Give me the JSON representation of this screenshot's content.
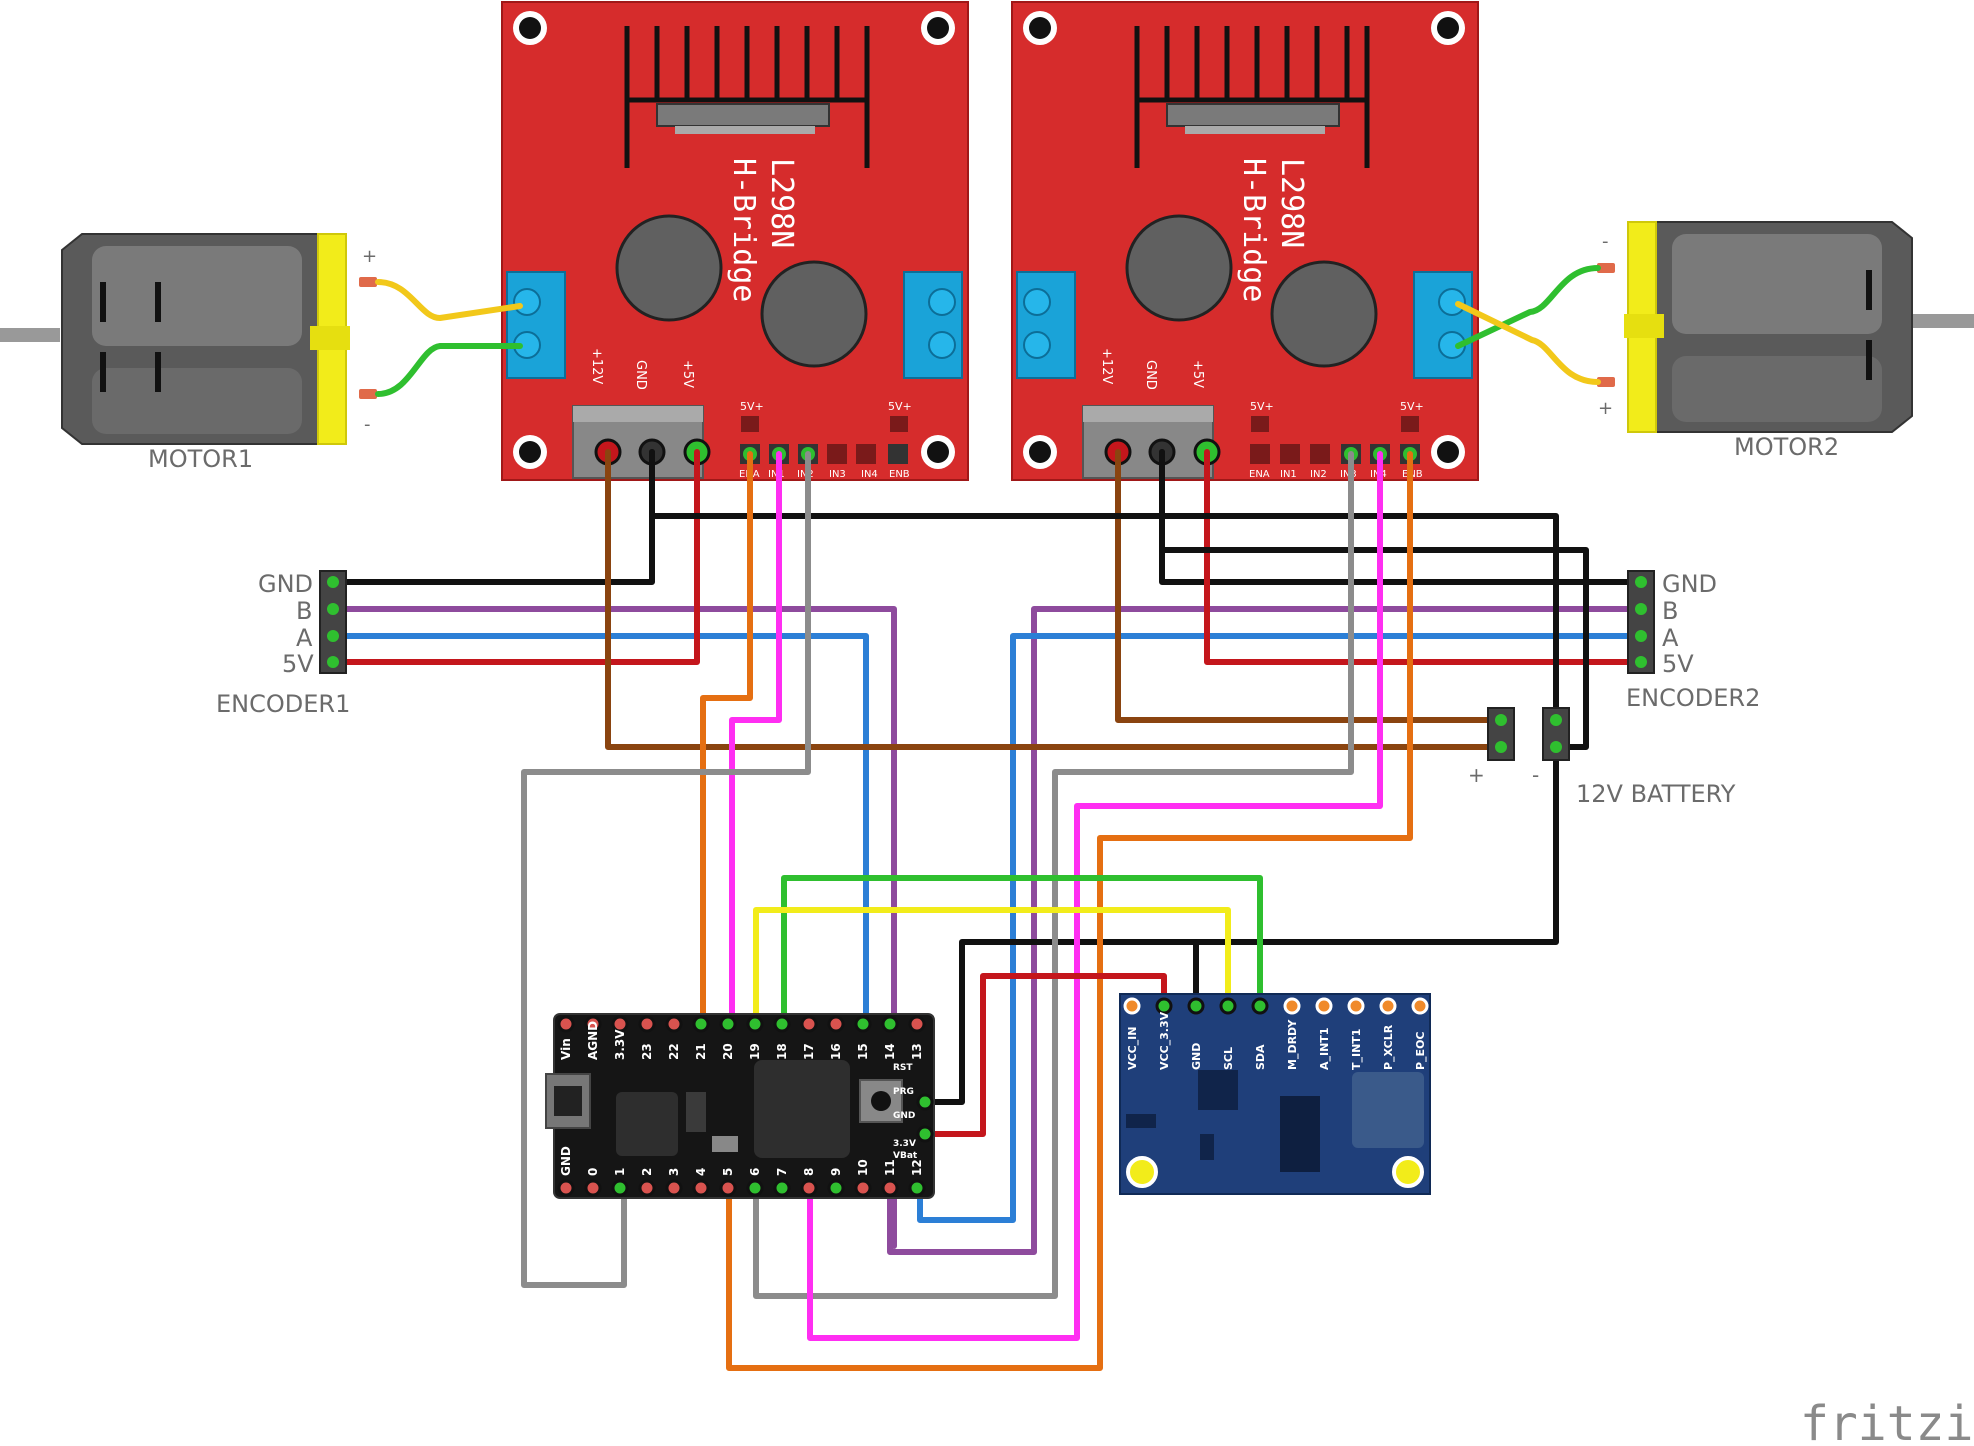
{
  "colors": {
    "black": "#111111",
    "red": "#c4161c",
    "brown": "#8a4410",
    "gray": "#8c8c8c",
    "orange": "#e56f12",
    "magenta": "#ff2ef2",
    "purple": "#8e4b9d",
    "blue": "#2c7fd6",
    "green": "#2fbf2f",
    "yellow": "#f2ec1a",
    "board_red": "#d62c2c",
    "terminal_blue": "#1aa3d8"
  },
  "hbridge1": {
    "model": "L298N",
    "type": "H-Bridge",
    "pin_12v": "+12V",
    "pin_gnd": "GND",
    "pin_5v": "+5V",
    "label_5v_left": "5V+",
    "label_5v_right": "5V+",
    "pins": [
      "ENA",
      "IN1",
      "IN2",
      "IN3",
      "IN4",
      "ENB"
    ]
  },
  "hbridge2": {
    "model": "L298N",
    "type": "H-Bridge",
    "pin_12v": "+12V",
    "pin_gnd": "GND",
    "pin_5v": "+5V",
    "label_5v_left": "5V+",
    "label_5v_right": "5V+",
    "pins": [
      "ENA",
      "IN1",
      "IN2",
      "IN3",
      "IN4",
      "ENB"
    ]
  },
  "motor1": {
    "label": "MOTOR1",
    "plus": "+",
    "minus": "-"
  },
  "motor2": {
    "label": "MOTOR2",
    "plus": "+",
    "minus": "-"
  },
  "encoder1": {
    "label": "ENCODER1",
    "pins": [
      "GND",
      "B",
      "A",
      "5V"
    ]
  },
  "encoder2": {
    "label": "ENCODER2",
    "pins": [
      "GND",
      "B",
      "A",
      "5V"
    ]
  },
  "battery": {
    "label": "12V BATTERY",
    "plus": "+",
    "minus": "-"
  },
  "mcu": {
    "top_pins": [
      "Vin",
      "AGND",
      "3.3V",
      "23",
      "22",
      "21",
      "20",
      "19",
      "18",
      "17",
      "16",
      "15",
      "14",
      "13"
    ],
    "bottom_pins": [
      "GND",
      "0",
      "1",
      "2",
      "3",
      "4",
      "5",
      "6",
      "7",
      "8",
      "9",
      "10",
      "11",
      "12"
    ],
    "right_pins": [
      "RST",
      "PRG",
      "GND",
      "3.3V",
      "VBat"
    ]
  },
  "imu": {
    "pins": [
      "VCC_IN",
      "VCC_3.3V",
      "GND",
      "SCL",
      "SDA",
      "M_DRDY",
      "A_INT1",
      "T_INT1",
      "P_XCLR",
      "P_EOC"
    ]
  },
  "watermark": "fritzing"
}
